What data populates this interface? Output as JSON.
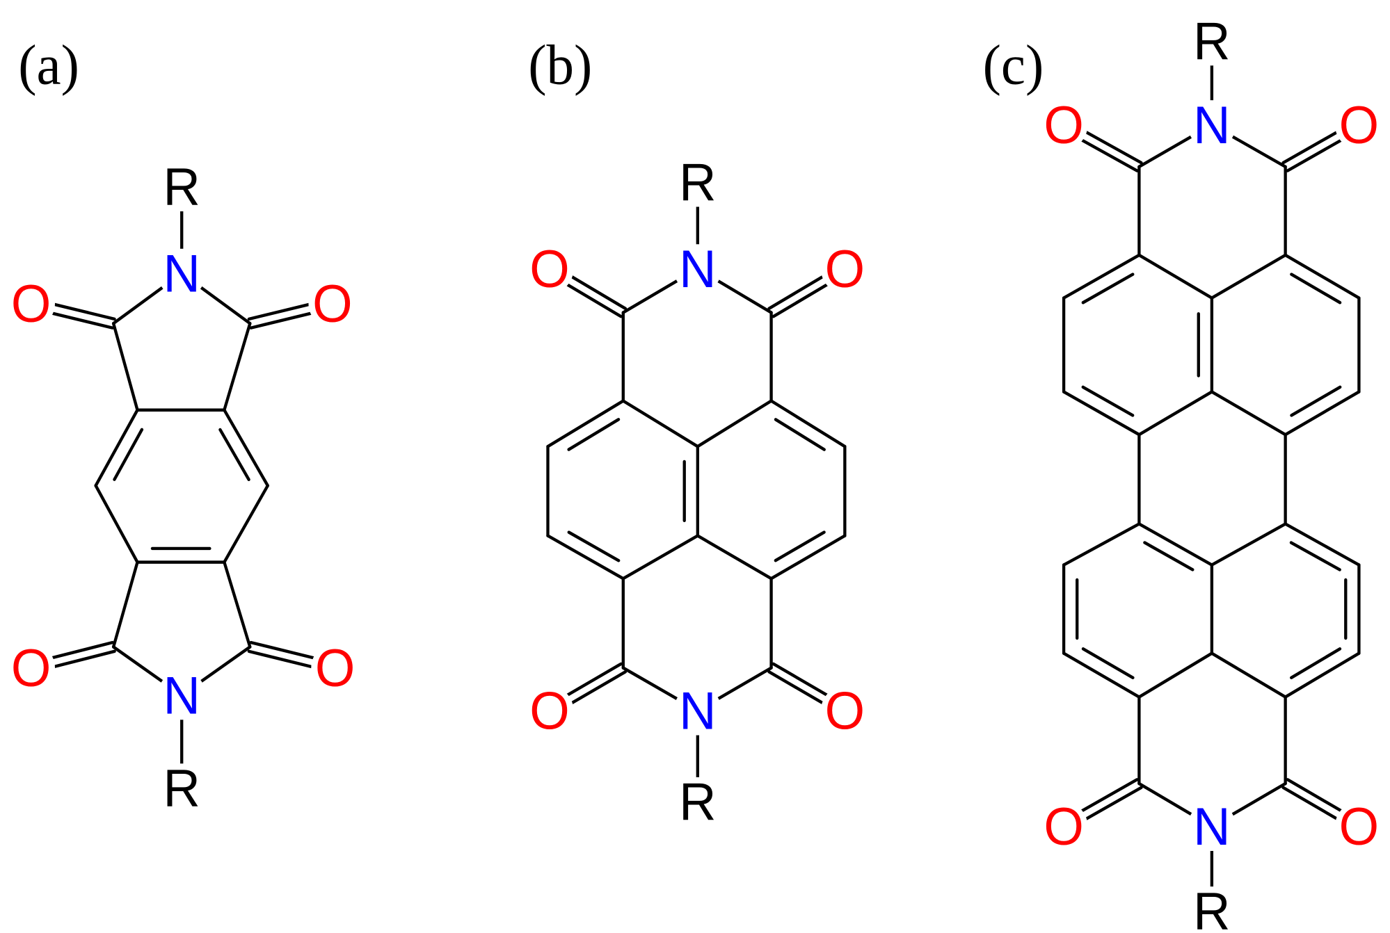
{
  "colors": {
    "R": "#000000",
    "N": "#0000ff",
    "O": "#ff0000"
  },
  "panels": [
    {
      "label": "(a)",
      "atoms": [
        "R",
        "N",
        "O",
        "O",
        "O",
        "O",
        "N",
        "R"
      ]
    },
    {
      "label": "(b)",
      "atoms": [
        "R",
        "N",
        "O",
        "O",
        "O",
        "O",
        "N",
        "R"
      ]
    },
    {
      "label": "(c)",
      "atoms": [
        "R",
        "N",
        "O",
        "O",
        "O",
        "O",
        "N",
        "R"
      ]
    }
  ]
}
